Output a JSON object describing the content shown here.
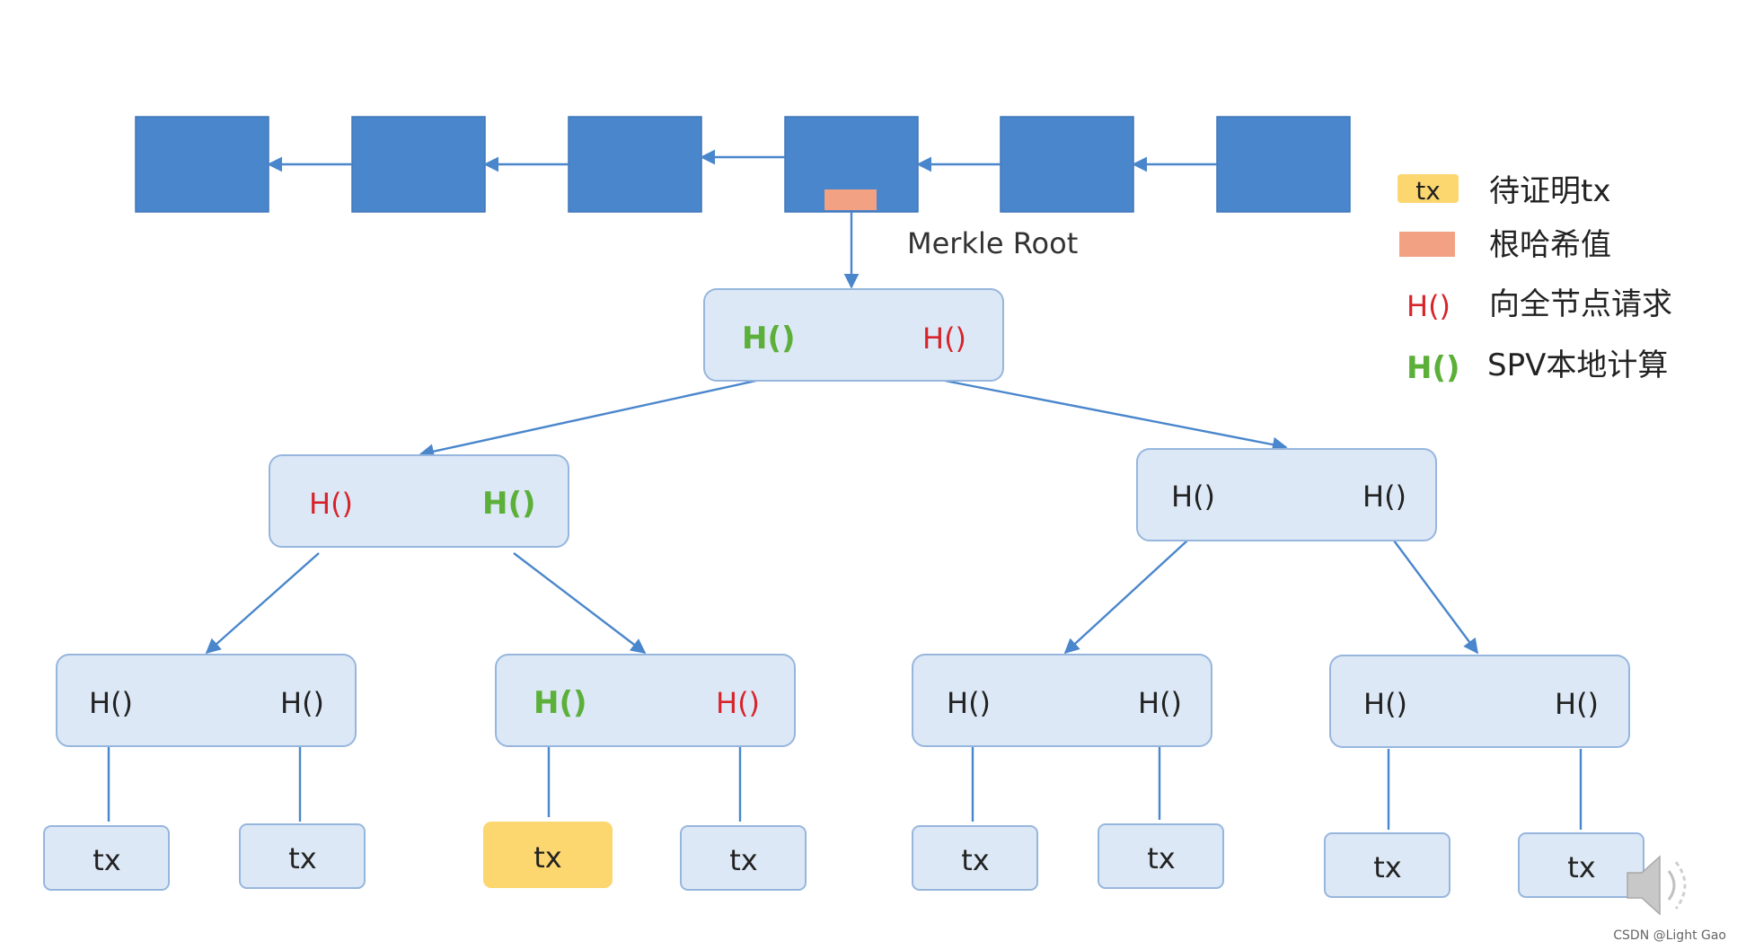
{
  "blockchain": {
    "block_count": 6
  },
  "merkle_root_label": "Merkle Root",
  "tree": {
    "root": {
      "left": "H()",
      "right": "H()"
    },
    "level1": [
      {
        "left": "H()",
        "right": "H()"
      },
      {
        "left": "H()",
        "right": "H()"
      }
    ],
    "level2": [
      {
        "left": "H()",
        "right": "H()"
      },
      {
        "left": "H()",
        "right": "H()"
      },
      {
        "left": "H()",
        "right": "H()"
      },
      {
        "left": "H()",
        "right": "H()"
      }
    ],
    "leaves": [
      "tx",
      "tx",
      "tx",
      "tx",
      "tx",
      "tx",
      "tx",
      "tx"
    ]
  },
  "legend": [
    {
      "swatch": "tx",
      "label": "待证明tx"
    },
    {
      "swatch": "",
      "label": "根哈希值"
    },
    {
      "swatch": "H()",
      "label": "向全节点请求"
    },
    {
      "swatch": "H()",
      "label": "SPV本地计算"
    }
  ],
  "watermark": "CSDN @Light Gao",
  "colors": {
    "block": "#4a86cc",
    "merkle_root_marker": "#f2a283",
    "node_fill": "#dce8f6",
    "tx_to_prove": "#fcd66f",
    "requested_hash": "#d8232a",
    "computed_hash": "#5cb03a",
    "arrow": "#4a86cc"
  },
  "icons": {
    "speaker": "speaker-icon"
  }
}
